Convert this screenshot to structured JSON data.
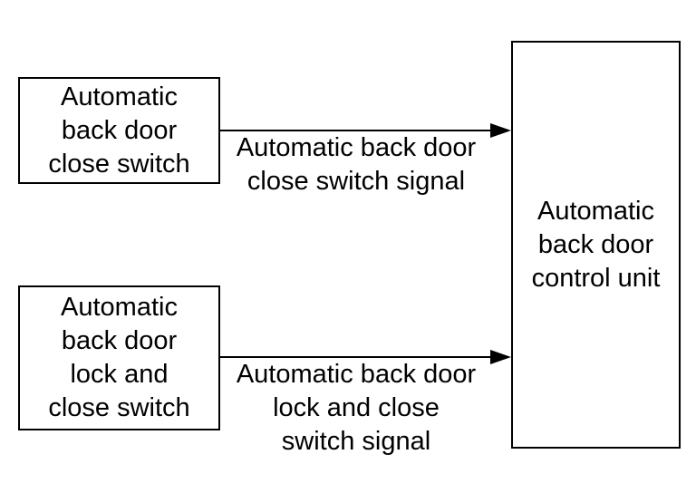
{
  "diagram": {
    "type": "block-diagram",
    "colors": {
      "background": "#ffffff",
      "node_fill": "#ffffff",
      "line": "#000000",
      "text": "#000000"
    },
    "nodes": {
      "close_switch": {
        "label": "Automatic\nback door\nclose switch"
      },
      "lock_close_switch": {
        "label": "Automatic\nback door\nlock and\nclose switch"
      },
      "control_unit": {
        "label": "Automatic\nback door\ncontrol unit"
      }
    },
    "arrows": {
      "close_switch_signal": {
        "from": "close_switch",
        "to": "control_unit",
        "direction": "right",
        "label": "Automatic back door\nclose switch signal"
      },
      "lock_close_switch_signal": {
        "from": "lock_close_switch",
        "to": "control_unit",
        "direction": "right",
        "label": "Automatic back door\nlock and close\nswitch signal"
      }
    }
  }
}
